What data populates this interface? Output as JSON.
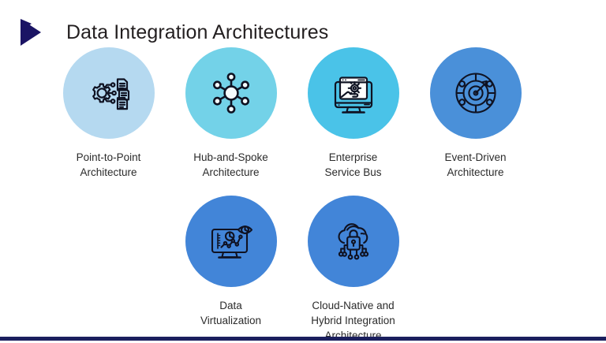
{
  "header": {
    "title": "Data Integration Architectures",
    "mark_icon": "chevron-right-icon",
    "mark_color": "#1b1464"
  },
  "theme": {
    "background": "#ffffff",
    "text_color": "#2b2b2b",
    "title_color": "#231f20",
    "icon_stroke": "#0f1222",
    "accent_navy": "#1b1f5e"
  },
  "rows": [
    {
      "name": "top-row",
      "items": [
        {
          "label": "Point-to-Point\nArchitecture",
          "icon": "gear-documents-icon",
          "circle_color": "#b5d9f0"
        },
        {
          "label": "Hub-and-Spoke\nArchitecture",
          "icon": "hub-spoke-network-icon",
          "circle_color": "#73d2e8"
        },
        {
          "label": "Enterprise\nService Bus",
          "icon": "monitor-hand-gear-icon",
          "circle_color": "#4ac3e8"
        },
        {
          "label": "Event-Driven\nArchitecture",
          "icon": "radar-target-arrow-icon",
          "circle_color": "#4a90d9"
        }
      ]
    },
    {
      "name": "bottom-row",
      "items": [
        {
          "label": "Data\nVirtualization",
          "icon": "monitor-analytics-eye-icon",
          "circle_color": "#4285d8"
        },
        {
          "label": "Cloud-Native and\nHybrid Integration\nArchitecture",
          "icon": "cloud-lock-network-icon",
          "circle_color": "#4285d8"
        }
      ]
    }
  ]
}
